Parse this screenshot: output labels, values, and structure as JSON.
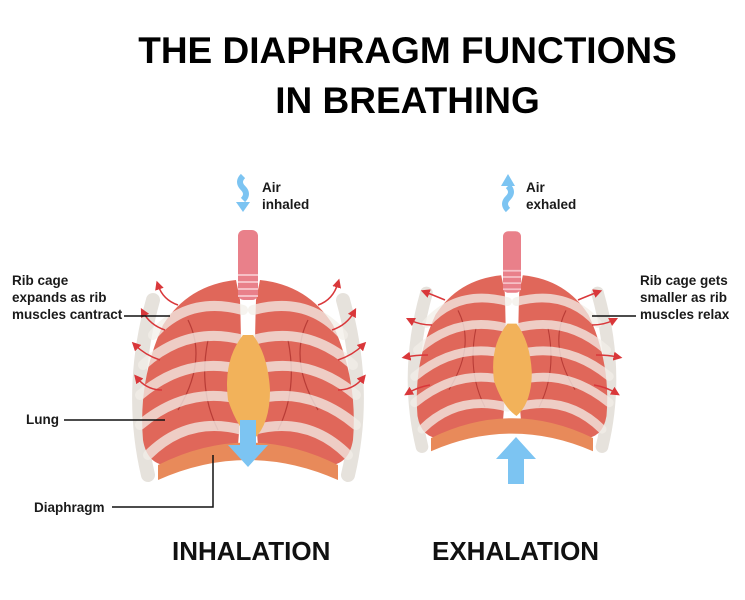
{
  "title": {
    "line1": "THE DIAPHRAGM FUNCTIONS",
    "line2": "IN BREATHING"
  },
  "inhalation": {
    "air_label_1": "Air",
    "air_label_2": "inhaled",
    "rib_label": [
      "Rib cage",
      "expands as rib",
      "muscles cantract"
    ],
    "lung_label": "Lung",
    "diaphragm_label": "Diaphragm",
    "caption": "INHALATION"
  },
  "exhalation": {
    "air_label_1": "Air",
    "air_label_2": "exhaled",
    "rib_label": [
      "Rib cage gets",
      "smaller as rib",
      "muscles relax"
    ],
    "caption": "EXHALATION"
  },
  "colors": {
    "lung": "#e0675a",
    "trachea": "#e9808a",
    "arrow_blue": "#7cc4f2",
    "arrow_red": "#d9373a",
    "diaphragm": "#e88a5a",
    "heart": "#f2b25a"
  }
}
